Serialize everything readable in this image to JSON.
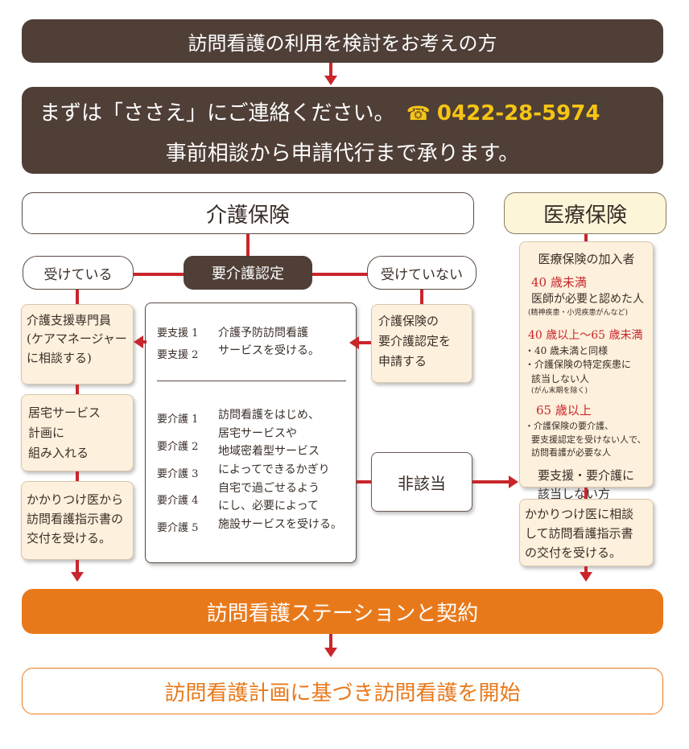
{
  "header": {
    "title": "訪問看護の利用を検討をお考えの方"
  },
  "contact": {
    "line1": "まずは「ささえ」にご連絡ください。",
    "phone_icon": "☎",
    "phone": "0422-28-5974",
    "line2": "事前相談から申請代行まで承ります。"
  },
  "kaigo": {
    "title": "介護保険",
    "receiving": "受けている",
    "certification": "要介護認定",
    "not_receiving": "受けていない",
    "care_manager": [
      "介護支援専門員",
      "(ケアマネージャー",
      "に相談する)"
    ],
    "care_plan": [
      "居宅サービス",
      "計画に",
      "組み入れる"
    ],
    "doctor_left": [
      "かかりつけ医から",
      "訪問看護指示書の",
      "交付を受ける。"
    ],
    "apply": [
      "介護保険の",
      "要介護認定を",
      "申請する"
    ],
    "support_levels": [
      "要支援 1",
      "要支援 2"
    ],
    "support_text": [
      "介護予防訪問看護",
      "サービスを受ける。"
    ],
    "care_levels": [
      "要介護 1",
      "要介護 2",
      "要介護 3",
      "要介護 4",
      "要介護 5"
    ],
    "care_text": [
      "訪問看護をはじめ、",
      "居宅サービスや",
      "地域密着型サービス",
      "によってできるかぎり",
      "自宅で過ごせるよう",
      "にし、必要によって",
      "施設サービスを受ける。"
    ],
    "not_applicable": "非該当"
  },
  "iryo": {
    "title": "医療保険",
    "subscribers": "医療保険の加入者",
    "under40_head": "40 歳未満",
    "under40_text": "医師が必要と認めた人",
    "under40_note": "(精神疾患・小児疾患がんなど)",
    "age40_65_head": "40 歳以上〜65 歳未満",
    "age40_65_items": [
      "・40 歳未満と同様",
      "・介護保険の特定疾患に",
      "該当しない人",
      "(がん末期を除く)"
    ],
    "age65_head": "65 歳以上",
    "age65_items": [
      "・介護保険の要介護、",
      "要支援認定を受けない人で、",
      "訪問看護が必要な人"
    ],
    "not_applicable_text": [
      "要支援・要介護に",
      "該当しない方"
    ],
    "doctor_right": [
      "かかりつけ医に相談",
      "して訪問看護指示書",
      "の交付を受ける。"
    ]
  },
  "contract": {
    "label": "訪問看護ステーションと契約"
  },
  "start": {
    "label": "訪問看護計画に基づき訪問看護を開始"
  },
  "colors": {
    "brown": "#4f3f37",
    "red": "#c8262b",
    "orange": "#e8791a",
    "beige": "#fdf0dc",
    "cream": "#fdf5d8",
    "phone_yellow": "#f5c515"
  }
}
